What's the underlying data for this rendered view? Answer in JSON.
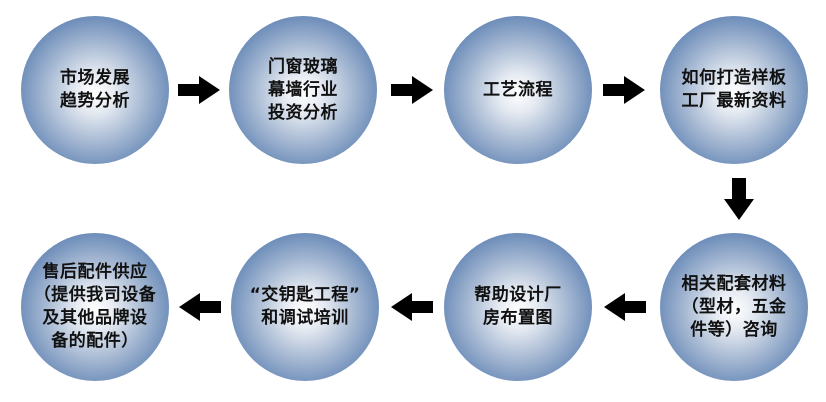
{
  "steps": [
    {
      "label": "市场发展\n趋势分析"
    },
    {
      "label": "门窗玻璃\n幕墙行业\n投资分析"
    },
    {
      "label": "工艺流程"
    },
    {
      "label": "如何打造样板\n工厂最新资料"
    },
    {
      "label": "相关配套材料\n（型材，五金\n件等）咨询"
    },
    {
      "label": "帮助设计厂\n房布置图"
    },
    {
      "label": "“交钥匙工程”\n和调试培训"
    },
    {
      "label": "售后配件供应\n（提供我司设备\n及其他品牌设\n备的配件）"
    }
  ],
  "colors": {
    "node_edge": "#4e71a3",
    "node_center": "#ffffff",
    "arrow": "#000000"
  }
}
